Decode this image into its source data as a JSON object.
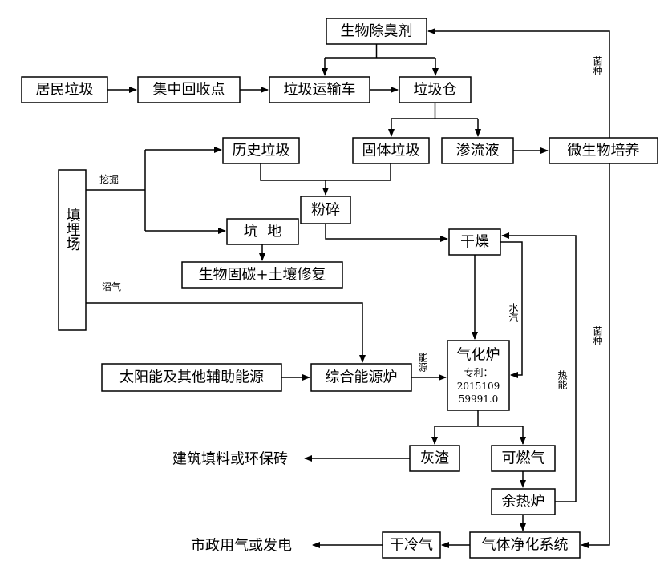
{
  "nodes": {
    "deodorant": "生物除臭剂",
    "residential": "居民垃圾",
    "collection": "集中回收点",
    "truck": "垃圾运输车",
    "bin": "垃圾仓",
    "historical": "历史垃圾",
    "solid": "固体垃圾",
    "leachate": "渗流液",
    "microbe": "微生物培养",
    "landfill": "填埋场",
    "crush": "粉碎",
    "pit": "坑  地",
    "remediation": "生物固碳+土壤修复",
    "dry": "干燥",
    "solar": "太阳能及其他辅助能源",
    "furnace": "综合能源炉",
    "gasifier": "气化炉",
    "patent_label": "专利：",
    "patent_number_1": "2015109",
    "patent_number_2": "59991.0",
    "ash": "灰渣",
    "bricks": "建筑填料或环保砖",
    "gas": "可燃气",
    "waste_heat": "余热炉",
    "purify": "气体净化系统",
    "dry_cold_gas": "干冷气",
    "municipal": "市政用气或发电"
  },
  "edge_labels": {
    "excavation": "挖掘",
    "biogas": "沼气",
    "energy": "能源",
    "water_vapor": "水汽",
    "heat_energy": "热能",
    "strain_top": "菌种",
    "strain_bottom": "菌种"
  }
}
